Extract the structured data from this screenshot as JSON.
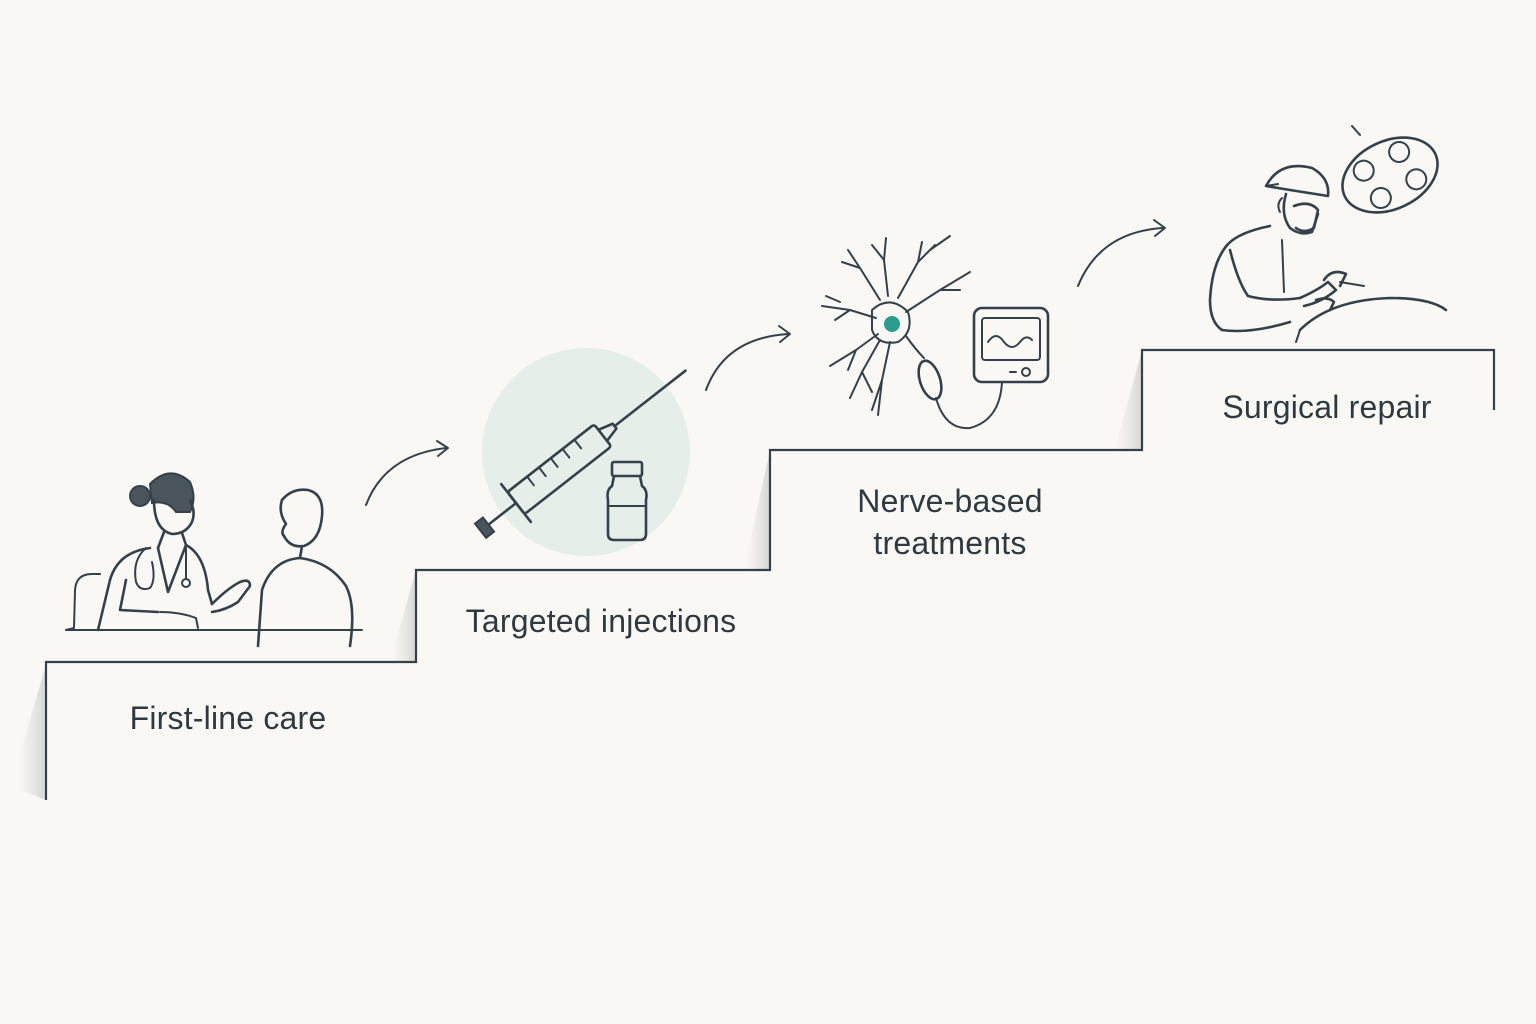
{
  "steps": [
    {
      "label": "First-line care",
      "icon": "doctor-consultation-icon"
    },
    {
      "label": "Targeted injections",
      "icon": "syringe-vial-icon"
    },
    {
      "label_lines": [
        "Nerve-based",
        "treatments"
      ],
      "icon": "neuron-stimulator-icon"
    },
    {
      "label": "Surgical repair",
      "icon": "surgeon-icon"
    }
  ],
  "colors": {
    "background": "#f9f8f5",
    "ink": "#34404a",
    "accent_teal": "#2a9d8f",
    "halo": "#e6eee9"
  }
}
